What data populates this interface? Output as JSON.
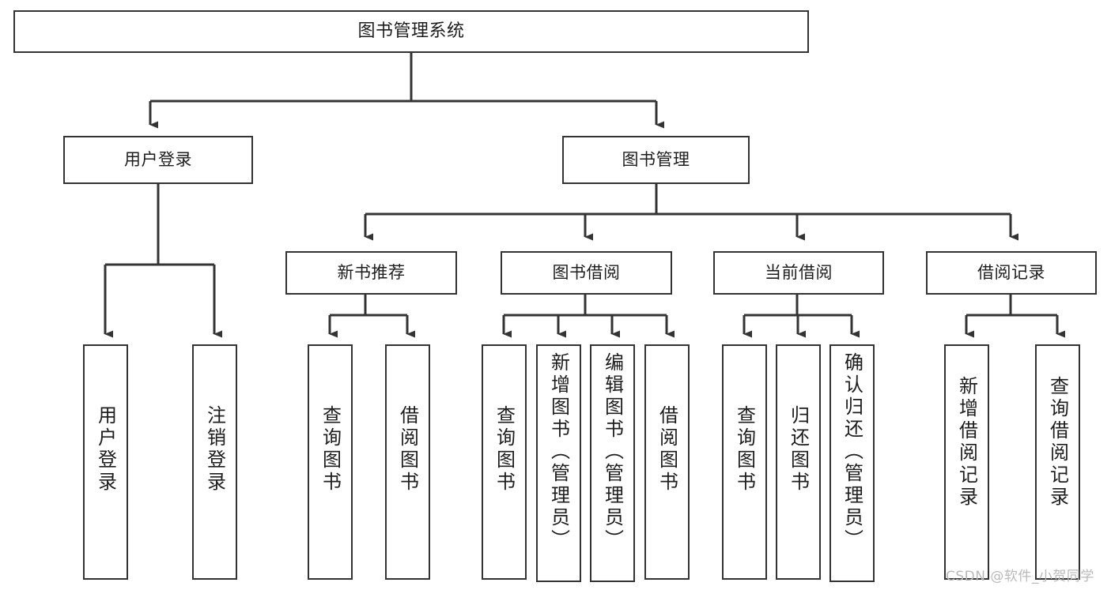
{
  "diagram": {
    "title": "图书管理系统",
    "type": "tree-hierarchy-diagram",
    "colors": {
      "box_border": "#333333",
      "box_fill": "#ffffff",
      "connector": "#333333",
      "text": "#1d1d1d",
      "background": "#ffffff",
      "watermark": "#b9b9b9"
    }
  },
  "nodes": {
    "root": {
      "label": "图书管理系统"
    },
    "level1": [
      {
        "label": "用户登录"
      },
      {
        "label": "图书管理"
      }
    ],
    "level2": [
      {
        "label": "新书推荐"
      },
      {
        "label": "图书借阅"
      },
      {
        "label": "当前借阅"
      },
      {
        "label": "借阅记录"
      }
    ],
    "leaves": {
      "user_login": [
        {
          "label": "用户登录"
        },
        {
          "label": "注销登录"
        }
      ],
      "new_book_recommend": [
        {
          "label": "查询图书"
        },
        {
          "label": "借阅图书"
        }
      ],
      "book_borrow": [
        {
          "label": "查询图书"
        },
        {
          "label": "新增图书（管理员）"
        },
        {
          "label": "编辑图书（管理员）"
        },
        {
          "label": "借阅图书"
        }
      ],
      "current_borrow": [
        {
          "label": "查询图书"
        },
        {
          "label": "归还图书"
        },
        {
          "label": "确认归还（管理员）"
        }
      ],
      "borrow_record": [
        {
          "label": "新增借阅记录"
        },
        {
          "label": "查询借阅记录"
        }
      ]
    }
  },
  "watermark": {
    "text": "CSDN @软件_小贺同学"
  }
}
